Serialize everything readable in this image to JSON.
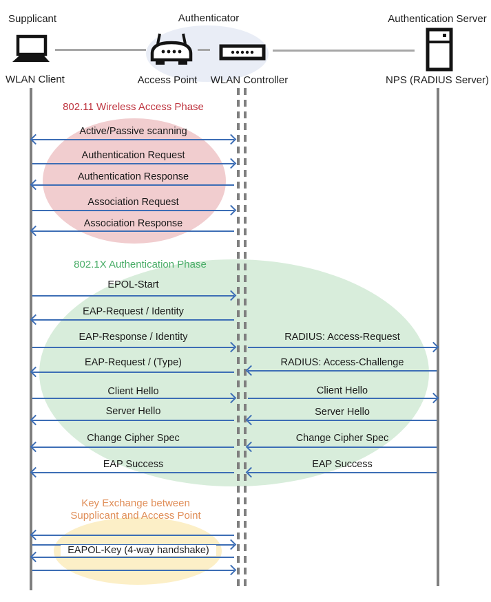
{
  "header": {
    "roles": [
      {
        "label": "Supplicant"
      },
      {
        "label": "Authenticator"
      },
      {
        "label": "Authentication Server"
      }
    ],
    "nodes": [
      {
        "label": "WLAN Client",
        "icon": "laptop-icon"
      },
      {
        "label": "Access Point",
        "icon": "access-point-icon"
      },
      {
        "label": "WLAN Controller",
        "icon": "wlan-controller-icon"
      },
      {
        "label": "NPS (RADIUS Server)",
        "icon": "server-icon"
      }
    ]
  },
  "phases": [
    {
      "title": "802.11 Wireless Access Phase",
      "title_color": "#bf3540",
      "ellipse_color": "#f1cdcf",
      "messages": [
        {
          "label": "Active/Passive scanning",
          "direction": "both",
          "segment": "client-controller"
        },
        {
          "label": "Authentication Request",
          "direction": "right",
          "segment": "client-controller"
        },
        {
          "label": "Authentication Response",
          "direction": "left",
          "segment": "client-controller"
        },
        {
          "label": "Association Request",
          "direction": "right",
          "segment": "client-controller"
        },
        {
          "label": "Association Response",
          "direction": "left",
          "segment": "client-controller"
        }
      ]
    },
    {
      "title": "802.1X Authentication Phase",
      "title_color": "#4aad68",
      "ellipse_color": "#d8eddb",
      "messages": [
        {
          "label": "EPOL-Start",
          "direction": "right",
          "segment": "client-controller"
        },
        {
          "label": "EAP-Request / Identity",
          "direction": "left",
          "segment": "client-controller"
        },
        {
          "label": "EAP-Response / Identity",
          "direction": "right",
          "segment": "client-controller"
        },
        {
          "label": "RADIUS: Access-Request",
          "direction": "right",
          "segment": "controller-server"
        },
        {
          "label": "EAP-Request / (Type)",
          "direction": "left",
          "segment": "client-controller"
        },
        {
          "label": "RADIUS: Access-Challenge",
          "direction": "left",
          "segment": "controller-server"
        },
        {
          "label": "Client Hello",
          "direction": "right",
          "segment": "client-controller"
        },
        {
          "label": "Client Hello",
          "direction": "right",
          "segment": "controller-server"
        },
        {
          "label": "Server Hello",
          "direction": "left",
          "segment": "client-controller"
        },
        {
          "label": "Server Hello",
          "direction": "left",
          "segment": "controller-server"
        },
        {
          "label": "Change Cipher Spec",
          "direction": "left",
          "segment": "client-controller"
        },
        {
          "label": "Change Cipher Spec",
          "direction": "left",
          "segment": "controller-server"
        },
        {
          "label": "EAP Success",
          "direction": "left",
          "segment": "client-controller"
        },
        {
          "label": "EAP Success",
          "direction": "left",
          "segment": "controller-server"
        }
      ]
    },
    {
      "title_lines": [
        "Key Exchange between",
        "Supplicant and Access Point"
      ],
      "title_color": "#e08e58",
      "ellipse_color": "#fcefc7",
      "messages": [
        {
          "label": "",
          "direction": "left",
          "segment": "client-controller"
        },
        {
          "label": "",
          "direction": "right",
          "segment": "client-controller"
        },
        {
          "label": "EAPOL-Key (4-way handshake)",
          "direction": "left",
          "segment": "client-controller"
        },
        {
          "label": "",
          "direction": "right",
          "segment": "client-controller"
        }
      ]
    }
  ],
  "colors": {
    "arrow_blue": "#3c6db5",
    "lifeline_gray": "#7f7f7f",
    "connector_gray": "#a6a6a6",
    "authenticator_group_fill": "#e9edf6",
    "phase1_fill": "#f1cdcf",
    "phase2_fill": "#d8eddb",
    "phase3_fill": "#fcefc7"
  }
}
